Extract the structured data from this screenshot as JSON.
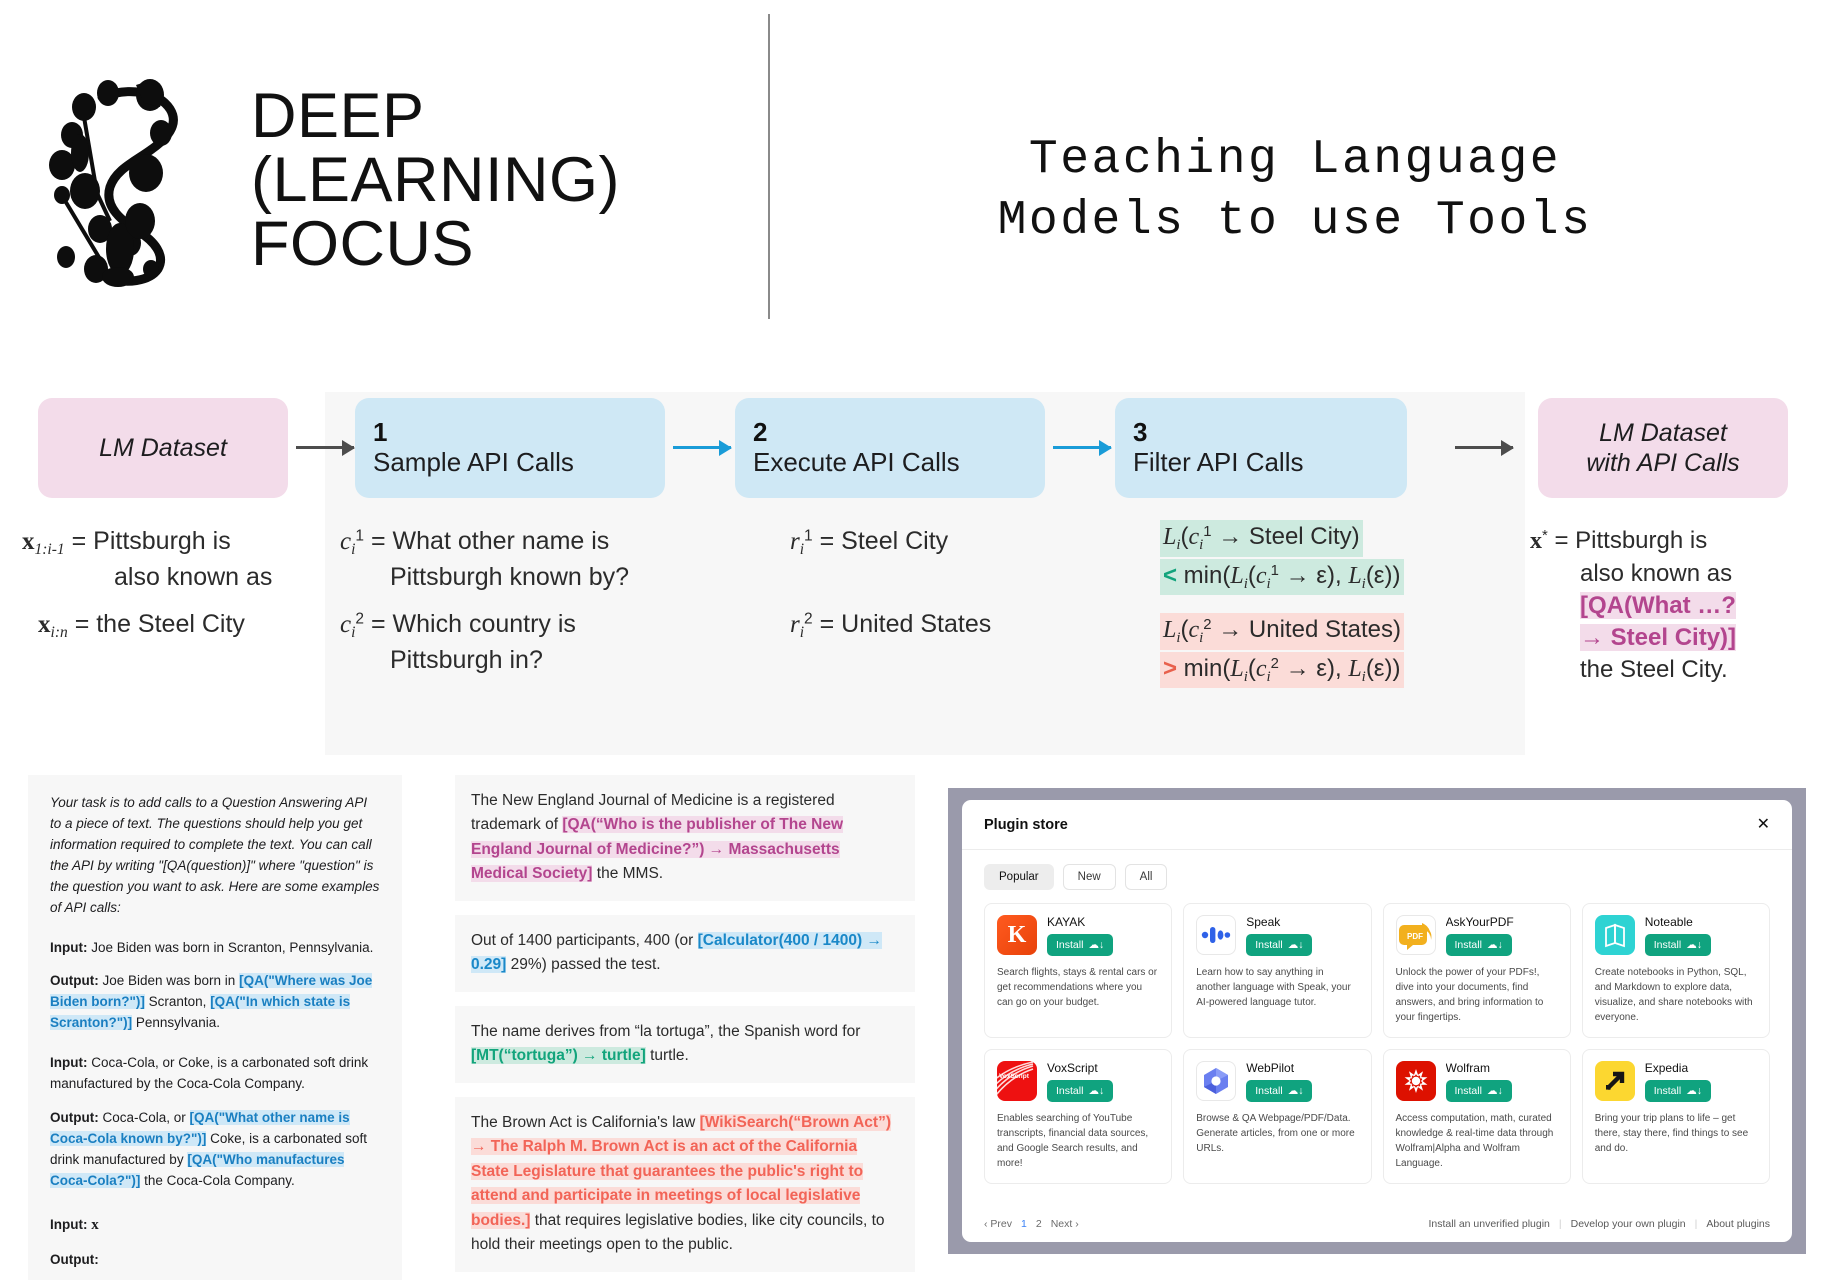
{
  "header": {
    "logo_line1": "DEEP",
    "logo_line2": "(LEARNING)",
    "logo_line3": "FOCUS",
    "title_line1": "Teaching Language",
    "title_line2": "Models to use Tools"
  },
  "pipeline": {
    "input_box": {
      "label": "LM Dataset"
    },
    "input_formulas": {
      "line1_var": "x",
      "line1_sub": "1:i-1",
      "line1_text": "= Pittsburgh is",
      "line1_cont": "also known as",
      "line2_var": "x",
      "line2_sub": "i:n",
      "line2_text": "= the Steel City"
    },
    "steps": [
      {
        "num": "1",
        "label": "Sample API Calls"
      },
      {
        "num": "2",
        "label": "Execute API Calls"
      },
      {
        "num": "3",
        "label": "Filter API Calls"
      }
    ],
    "step1_formulas": [
      {
        "var": "c",
        "sub": "i",
        "sup": "1",
        "text": "= What other name is",
        "cont": "Pittsburgh known by?"
      },
      {
        "var": "c",
        "sub": "i",
        "sup": "2",
        "text": "= Which country is",
        "cont": "Pittsburgh in?"
      }
    ],
    "step2_formulas": [
      {
        "var": "r",
        "sub": "i",
        "sup": "1",
        "text": "= Steel City"
      },
      {
        "var": "r",
        "sub": "i",
        "sup": "2",
        "text": "= United States"
      }
    ],
    "step3_formulas": [
      {
        "top": "L_i(c_i^1 → Steel City)",
        "bottom_op": "<",
        "bottom": "min(L_i(c_i^1 → ε), L_i(ε))",
        "color": "green"
      },
      {
        "top": "L_i(c_i^2 → United States)",
        "bottom_op": ">",
        "bottom": "min(L_i(c_i^2 → ε), L_i(ε))",
        "color": "red"
      }
    ],
    "output_box": {
      "line1": "LM Dataset",
      "line2": "with API Calls"
    },
    "output_formula": {
      "var": "x",
      "sup": "*",
      "line1": "= Pittsburgh is",
      "line2": "also known as",
      "highlight1": "[QA(What …?",
      "highlight2": "→ Steel City)]",
      "line3": "the Steel City."
    }
  },
  "prompt_panel": {
    "intro": "Your task is to add calls to a Question Answering API to a piece of text. The questions should help you get information required to complete the text. You can call the API by writing \"[QA(question)]\" where \"question\" is the question you want to ask. Here are some examples of API calls:",
    "ex1_input_label": "Input:",
    "ex1_input_text": " Joe Biden was born in Scranton, Pennsylvania.",
    "ex1_output_label": "Output:",
    "ex1_output_a": " Joe Biden was born in ",
    "ex1_output_hl1": "[QA(\"Where was Joe Biden born?\")]",
    "ex1_output_b": " Scranton, ",
    "ex1_output_hl2": "[QA(\"In which state is Scranton?\")]",
    "ex1_output_c": " Pennsylvania.",
    "ex2_input_label": "Input:",
    "ex2_input_text": " Coca-Cola, or Coke, is a carbonated soft drink manufactured by the Coca-Cola Company.",
    "ex2_output_label": "Output:",
    "ex2_output_a": " Coca-Cola, or ",
    "ex2_output_hl1": "[QA(\"What other name is Coca-Cola known by?\")]",
    "ex2_output_b": " Coke, is a carbonated soft drink manufactured by ",
    "ex2_output_hl2": "[QA(\"Who manufactures Coca-Cola?\")]",
    "ex2_output_c": " the Coca-Cola Company.",
    "final_input_label": "Input:",
    "final_input_var": "x",
    "final_output_label": "Output:"
  },
  "examples": [
    {
      "a": "The New England Journal of Medicine is a registered trademark of ",
      "hl": "[QA(“Who is the publisher of The New England Journal of Medicine?”) → Massachusetts Medical Society]",
      "b": " the MMS.",
      "color": "pink"
    },
    {
      "a": "Out of 1400 participants, 400 (or ",
      "hl": "[Calculator(400 / 1400) → 0.29]",
      "b": " 29%) passed the test.",
      "color": "blue"
    },
    {
      "a": "The name derives from “la tortuga”, the Spanish word for ",
      "hl": "[MT(“tortuga”) → turtle]",
      "b": " turtle.",
      "color": "green"
    },
    {
      "a": "The Brown Act is California's law ",
      "hl": "[WikiSearch(“Brown Act”) → The Ralph M. Brown Act is an act of the California State Legislature that guarantees the public's right to attend and participate in meetings of local legislative bodies.]",
      "b": " that requires legislative bodies, like city councils, to hold their meetings open to the public.",
      "color": "red"
    }
  ],
  "plugin_store": {
    "title": "Plugin store",
    "close_icon": "close-icon",
    "filters": [
      {
        "label": "Popular",
        "active": true
      },
      {
        "label": "New",
        "active": false
      },
      {
        "label": "All",
        "active": false
      }
    ],
    "install_label": "Install",
    "plugins": [
      {
        "name": "KAYAK",
        "icon": "kayak-icon",
        "desc": "Search flights, stays & rental cars or get recommendations where you can go on your budget."
      },
      {
        "name": "Speak",
        "icon": "speak-icon",
        "desc": "Learn how to say anything in another language with Speak, your AI-powered language tutor."
      },
      {
        "name": "AskYourPDF",
        "icon": "askyourpdf-icon",
        "desc": "Unlock the power of your PDFs!, dive into your documents, find answers, and bring information to your fingertips."
      },
      {
        "name": "Noteable",
        "icon": "noteable-icon",
        "desc": "Create notebooks in Python, SQL, and Markdown to explore data, visualize, and share notebooks with everyone."
      },
      {
        "name": "VoxScript",
        "icon": "voxscript-icon",
        "desc": "Enables searching of YouTube transcripts, financial data sources, and Google Search results, and more!"
      },
      {
        "name": "WebPilot",
        "icon": "webpilot-icon",
        "desc": "Browse & QA Webpage/PDF/Data. Generate articles, from one or more URLs."
      },
      {
        "name": "Wolfram",
        "icon": "wolfram-icon",
        "desc": "Access computation, math, curated knowledge & real-time data through Wolfram|Alpha and Wolfram Language."
      },
      {
        "name": "Expedia",
        "icon": "expedia-icon",
        "desc": "Bring your trip plans to life – get there, stay there, find things to see and do."
      }
    ],
    "pagination": {
      "prev": "‹ Prev",
      "pages": [
        "1",
        "2"
      ],
      "next": "Next ›"
    },
    "footer_links": [
      "Install an unverified plugin",
      "Develop your own plugin",
      "About plugins"
    ]
  },
  "colors": {
    "pink": "#f3dcea",
    "blue": "#cfe8f5",
    "green": "#cdeadf",
    "red": "#fbdcd8",
    "install_green": "#10a37f",
    "arrow_blue": "#1a9cd8"
  }
}
